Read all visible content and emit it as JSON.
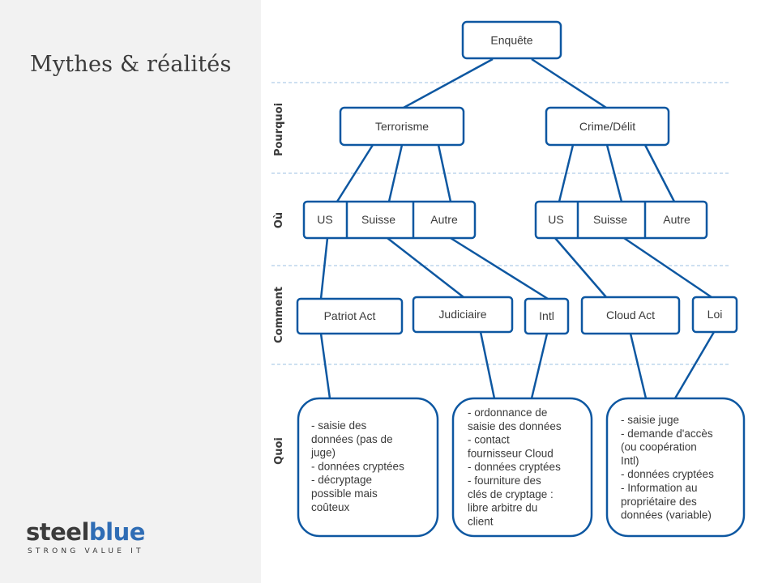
{
  "slide": {
    "title": "Mythes & réalités"
  },
  "logo": {
    "word_part1": "steel",
    "word_part2": "blue",
    "tagline": "STRONG VALUE IT"
  },
  "rows": [
    "Pourquoi",
    "Où",
    "Comment",
    "Quoi"
  ],
  "nodes": {
    "enquete": "Enquête",
    "terrorisme": "Terrorisme",
    "crime": "Crime/Délit",
    "left_group": [
      "US",
      "Suisse",
      "Autre"
    ],
    "right_group": [
      "US",
      "Suisse",
      "Autre"
    ],
    "patriot": "Patriot Act",
    "judiciaire": "Judiciaire",
    "intl": "Intl",
    "cloudact": "Cloud Act",
    "loi": "Loi"
  },
  "quoi": {
    "box1": [
      "- saisie des",
      "données (pas de",
      "juge)",
      "- données cryptées",
      "- décryptage",
      "possible mais",
      "coûteux"
    ],
    "box2": [
      "- ordonnance de",
      "saisie des données",
      "- contact",
      "fournisseur Cloud",
      "- données cryptées",
      "- fourniture des",
      "clés de cryptage :",
      "libre arbitre du",
      "client"
    ],
    "box3": [
      "- saisie juge",
      "- demande d'accès",
      "(ou coopération",
      "Intl)",
      "- données cryptées",
      "- Information au",
      "propriétaire des",
      "données (variable)"
    ]
  }
}
